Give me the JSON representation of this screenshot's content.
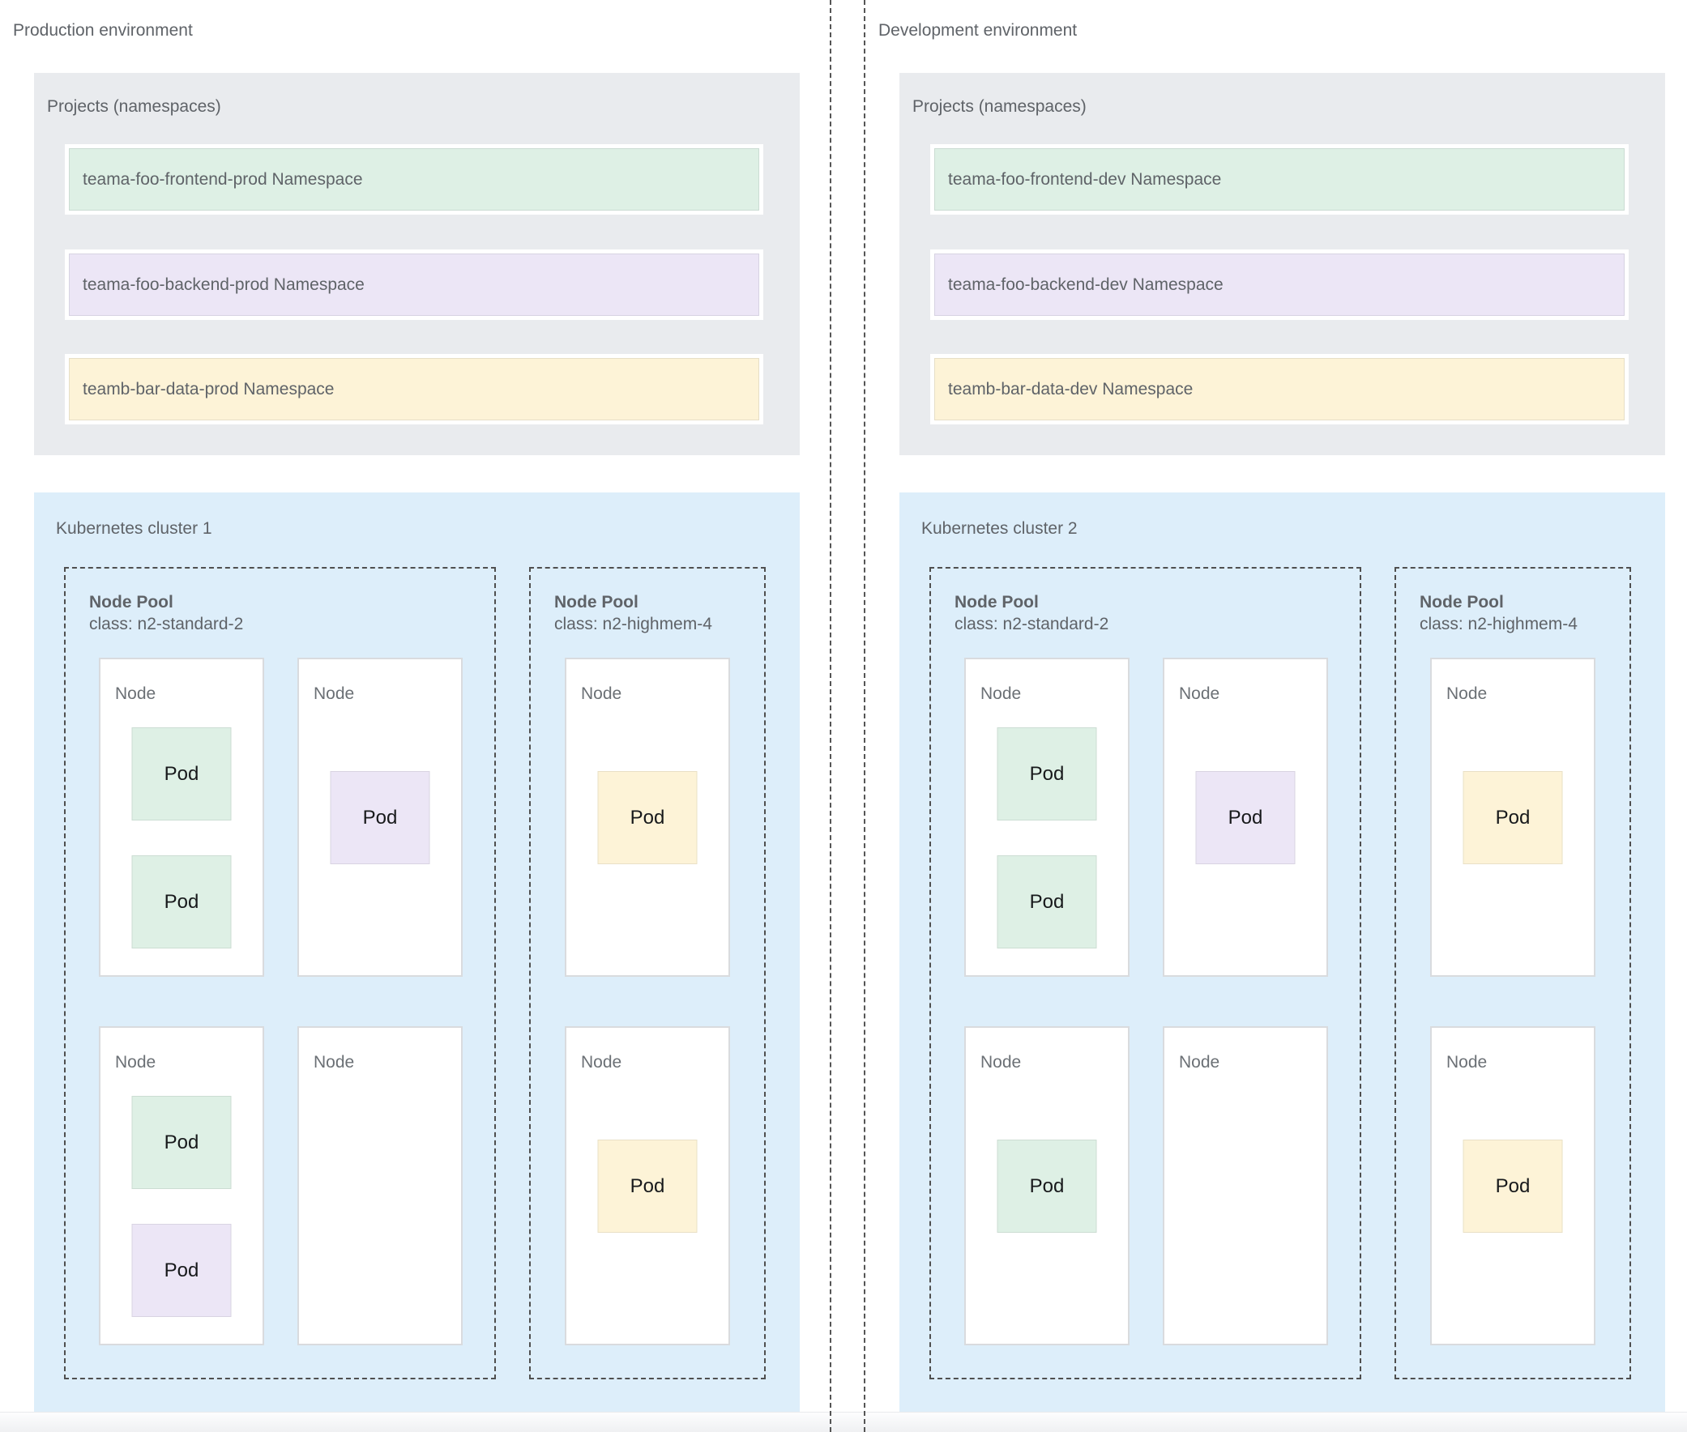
{
  "labels": {
    "pod": "Pod",
    "node": "Node"
  },
  "colors": {
    "green": "#def0e5",
    "purple": "#ece6f6",
    "yellow": "#fdf3d7",
    "cluster_bg": "#ddeefa",
    "projects_bg": "#e9ebee",
    "label_text": "#5f6368",
    "pod_text": "#17191b"
  },
  "environments": [
    {
      "label": "Production environment",
      "projects": {
        "title": "Projects (namespaces)",
        "namespaces": [
          {
            "name": "teama-foo-frontend-prod Namespace",
            "color": "green"
          },
          {
            "name": "teama-foo-backend-prod Namespace",
            "color": "purple"
          },
          {
            "name": "teamb-bar-data-prod Namespace",
            "color": "yellow"
          }
        ]
      },
      "cluster": {
        "title": "Kubernetes cluster 1",
        "pools": [
          {
            "title": "Node Pool",
            "class_line": "class: n2-standard-2",
            "nodes": [
              {
                "pods": [
                  {
                    "color": "green"
                  },
                  {
                    "color": "green"
                  }
                ]
              },
              {
                "pods": [
                  {
                    "color": "purple"
                  }
                ]
              },
              {
                "pods": [
                  {
                    "color": "green"
                  },
                  {
                    "color": "purple"
                  }
                ]
              },
              {
                "pods": []
              }
            ]
          },
          {
            "title": "Node Pool",
            "class_line": "class: n2-highmem-4",
            "nodes": [
              {
                "pods": [
                  {
                    "color": "yellow"
                  }
                ]
              },
              {
                "pods": [
                  {
                    "color": "yellow"
                  }
                ]
              }
            ]
          }
        ]
      }
    },
    {
      "label": "Development environment",
      "projects": {
        "title": "Projects (namespaces)",
        "namespaces": [
          {
            "name": "teama-foo-frontend-dev Namespace",
            "color": "green"
          },
          {
            "name": "teama-foo-backend-dev Namespace",
            "color": "purple"
          },
          {
            "name": "teamb-bar-data-dev Namespace",
            "color": "yellow"
          }
        ]
      },
      "cluster": {
        "title": "Kubernetes cluster 2",
        "pools": [
          {
            "title": "Node Pool",
            "class_line": "class: n2-standard-2",
            "nodes": [
              {
                "pods": [
                  {
                    "color": "green"
                  },
                  {
                    "color": "green"
                  }
                ]
              },
              {
                "pods": [
                  {
                    "color": "purple"
                  }
                ]
              },
              {
                "pods": [
                  {
                    "color": "green"
                  }
                ]
              },
              {
                "pods": []
              }
            ]
          },
          {
            "title": "Node Pool",
            "class_line": "class: n2-highmem-4",
            "nodes": [
              {
                "pods": [
                  {
                    "color": "yellow"
                  }
                ]
              },
              {
                "pods": [
                  {
                    "color": "yellow"
                  }
                ]
              }
            ]
          }
        ]
      }
    }
  ]
}
